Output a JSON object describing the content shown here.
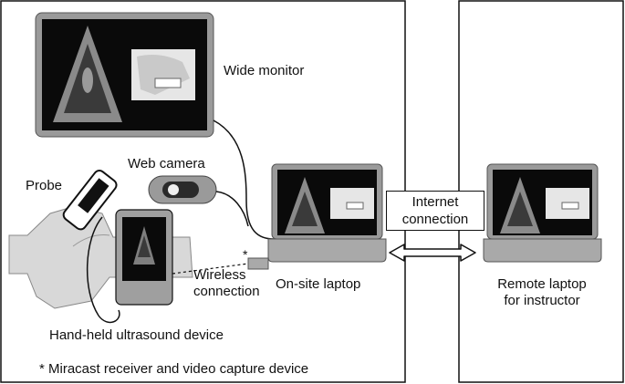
{
  "labels": {
    "wide_monitor": "Wide monitor",
    "web_camera": "Web camera",
    "probe": "Probe",
    "asterisk": "*",
    "wireless_line1": "Wireless",
    "wireless_line2": "connection",
    "onsite_laptop": "On-site laptop",
    "internet_line1": "Internet",
    "internet_line2": "connection",
    "remote_line1": "Remote laptop",
    "remote_line2": "for instructor",
    "handheld": "Hand-held ultrasound device",
    "footnote": "* Miracast receiver and video capture device"
  },
  "colors": {
    "frame": "#111111",
    "monitor_bezel": "#9a9a9a",
    "laptop_base": "#a9a9a9",
    "screen": "#0a0a0a",
    "echo": "#8a8a8a",
    "camera_view": "#e6e6e6"
  }
}
